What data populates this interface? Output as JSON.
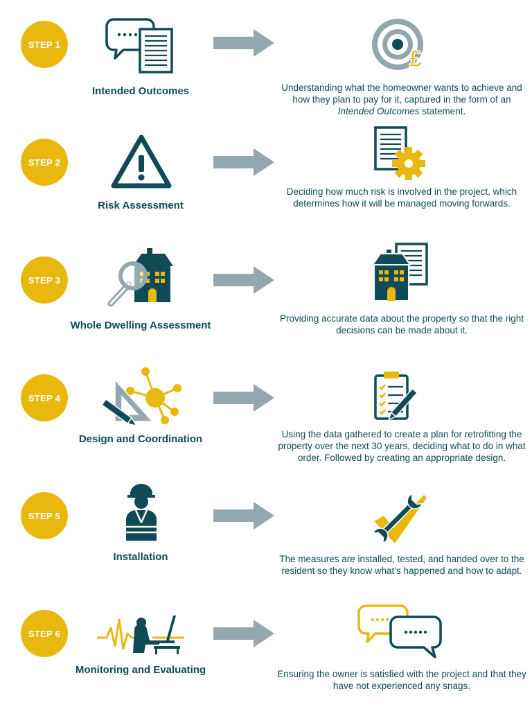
{
  "steps": [
    {
      "badge": "STEP 1",
      "title": "Intended Outcomes",
      "desc_before": "Understanding what the homeowner wants to achieve and how they plan to pay for it, captured in the form of an ",
      "desc_em": "Intended Outcomes",
      "desc_after": " statement.",
      "icon": "speech-bubble-document-icon",
      "result_icon": "target-pound-icon"
    },
    {
      "badge": "STEP 2",
      "title": "Risk Assessment",
      "desc": "Deciding how much risk is involved in the project, which determines how it will be managed moving forwards.",
      "icon": "warning-triangle-icon",
      "result_icon": "document-gear-icon"
    },
    {
      "badge": "STEP 3",
      "title": "Whole Dwelling Assessment",
      "desc": "Providing accurate data about the property so that the right decisions can be made about it.",
      "icon": "house-magnifier-icon",
      "result_icon": "house-document-icon"
    },
    {
      "badge": "STEP 4",
      "title": "Design and Coordination",
      "desc": "Using the data gathered to create a plan for retrofitting the property over the next 30 years, deciding what to do in what order. Followed by creating an appropriate design.",
      "icon": "setsquare-pencil-network-icon",
      "result_icon": "clipboard-checklist-icon"
    },
    {
      "badge": "STEP 5",
      "title": "Installation",
      "desc": "The measures are installed, tested, and handed over to the resident so they know what’s happened and how to adapt.",
      "icon": "construction-worker-icon",
      "result_icon": "wrench-checkmark-icon"
    },
    {
      "badge": "STEP 6",
      "title": "Monitoring and Evaluating",
      "desc": "Ensuring the owner is satisfied with the project and that they have not experienced any snags.",
      "icon": "person-monitor-icon",
      "result_icon": "two-speech-bubbles-icon"
    }
  ],
  "colors": {
    "teal": "#0f4a56",
    "yellow": "#e8b80f",
    "grey": "#95a7ae"
  }
}
